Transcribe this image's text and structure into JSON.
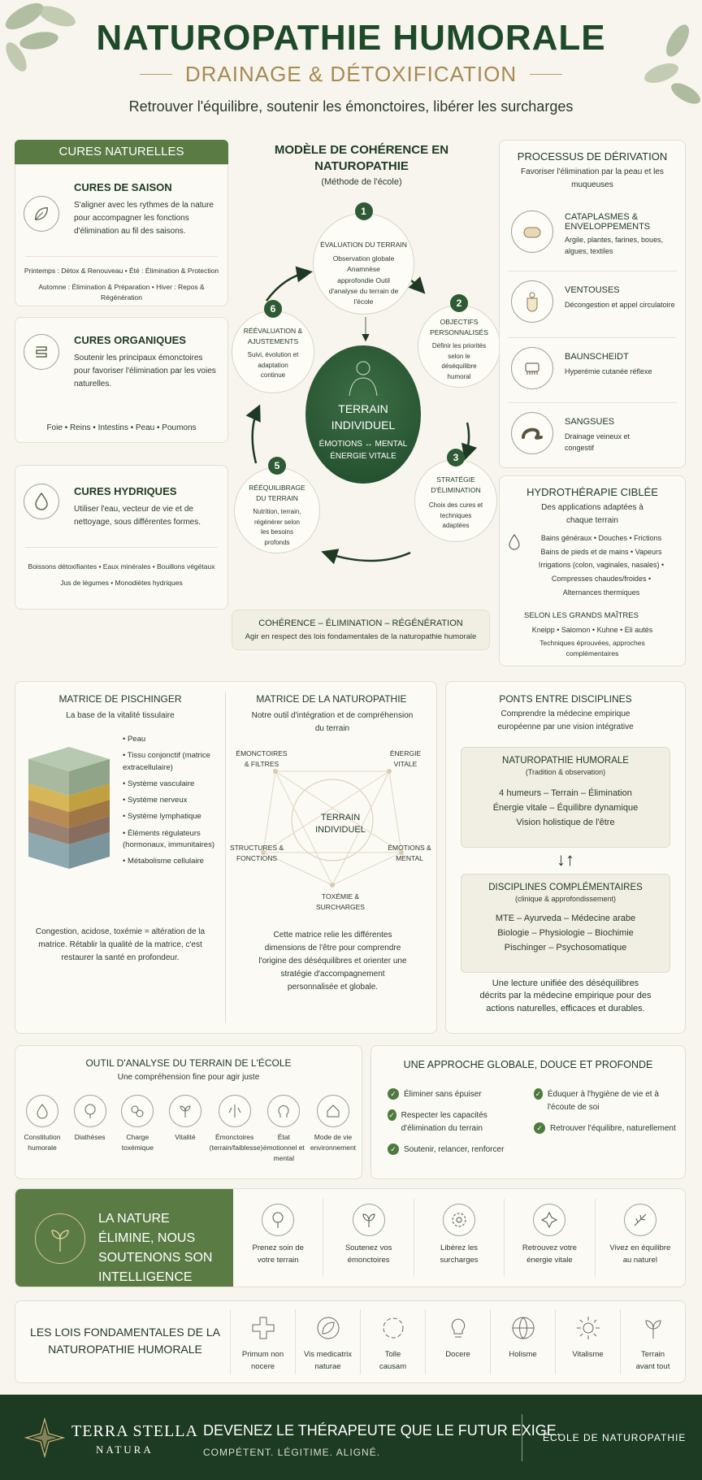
{
  "header": {
    "title": "NATUROPATHIE HUMORALE",
    "subtitle": "DRAINAGE & DÉTOXIFICATION",
    "tagline": "Retrouver l'équilibre, soutenir les émonctoires, libérer les surcharges"
  },
  "cures": {
    "heading": "CURES NATURELLES",
    "saison": {
      "title": "CURES DE SAISON",
      "text": "S'aligner avec les rythmes de la nature pour accompagner les fonctions d'élimination au fil des saisons.",
      "line1": "Printemps : Détox & Renouveau  •  Été : Élimination & Protection",
      "line2": "Automne : Élimination & Préparation  •  Hiver : Repos & Régénération"
    },
    "organiques": {
      "title": "CURES ORGANIQUES",
      "text": "Soutenir les principaux émonctoires pour favoriser l'élimination par les voies naturelles.",
      "items": "Foie  •  Reins  •  Intestins  •  Peau  •  Poumons"
    },
    "hydriques": {
      "title": "CURES HYDRIQUES",
      "text": "Utiliser l'eau, vecteur de vie et de nettoyage, sous différentes formes.",
      "line1": "Boissons détoxifiantes  •  Eaux minérales  •  Bouillons végétaux",
      "line2": "Jus de légumes  •  Monodiètes hydriques"
    }
  },
  "model": {
    "title": "MODÈLE DE COHÉRENCE EN NATUROPATHIE",
    "sub": "(Méthode de l'école)",
    "center": {
      "title": "TERRAIN INDIVIDUEL",
      "line1": "ÉMOTIONS ↔ MENTAL",
      "line2": "ÉNERGIE VITALE"
    },
    "steps": [
      {
        "n": "1",
        "title": "ÉVALUATION DU TERRAIN",
        "text": "Observation globale Anamnèse approfondie Outil d'analyse du terrain de l'école"
      },
      {
        "n": "2",
        "title": "OBJECTIFS PERSONNALISÉS",
        "text": "Définir les priorités selon le déséquilibre humoral"
      },
      {
        "n": "3",
        "title": "STRATÉGIE D'ÉLIMINATION",
        "text": "Choix des cures et techniques adaptées"
      },
      {
        "n": "5",
        "title": "RÉÉQUILIBRAGE DU TERRAIN",
        "text": "Nutrition, terrain, régénérer selon les besoins profonds"
      },
      {
        "n": "6",
        "title": "RÉÉVALUATION & AJUSTEMENTS",
        "text": "Suivi, évolution et adaptation continue"
      }
    ],
    "footer_title": "COHÉRENCE – ÉLIMINATION – RÉGÉNÉRATION",
    "footer_text": "Agir en respect des lois fondamentales de la naturopathie humorale"
  },
  "derivation": {
    "title": "PROCESSUS DE DÉRIVATION",
    "sub": "Favoriser l'élimination par la peau et les muqueuses",
    "items": [
      {
        "title": "CATAPLASMES & ENVELOPPEMENTS",
        "text": "Argile, plantes, farines, boues, algues, textiles",
        "icon": "poultice-icon"
      },
      {
        "title": "VENTOUSES",
        "text": "Décongestion et appel circulatoire",
        "icon": "cup-icon"
      },
      {
        "title": "BAUNSCHEIDT",
        "text": "Hyperémie cutanée réflexe",
        "icon": "brush-icon"
      },
      {
        "title": "SANGSUES",
        "text": "Drainage veineux et congestif",
        "icon": "leech-icon"
      }
    ]
  },
  "hydro": {
    "title": "HYDROTHÉRAPIE CIBLÉE",
    "sub": "Des applications adaptées à chaque terrain",
    "line1": "Bains généraux  •  Douches  •  Frictions",
    "line2": "Bains de pieds et de mains  •  Vapeurs",
    "line3": "Irrigations (colon, vaginales, nasales)  •",
    "line4": "Compresses chaudes/froides  •",
    "line5": "Alternances thermiques",
    "masters_title": "SELON LES GRANDS MAÎTRES",
    "masters": "Kneipp  •  Salomon  •  Kuhne  •  Eli autés",
    "masters_text": "Techniques éprouvées, approches complémentaires"
  },
  "pischinger": {
    "title": "MATRICE DE PISCHINGER",
    "sub": "La base de la vitalité tissulaire",
    "items": [
      "Peau",
      "Tissu conjonctif (matrice extracellulaire)",
      "Système vasculaire",
      "Système nerveux",
      "Système lymphatique",
      "Éléments régulateurs (hormonaux, immunitaires)",
      "Métabolisme cellulaire"
    ],
    "text": "Congestion, acidose, toxémie = altération de la matrice. Rétablir la qualité de la matrice, c'est restaurer la santé en profondeur."
  },
  "matrice": {
    "title": "MATRICE DE LA NATUROPATHIE",
    "sub": "Notre outil d'intégration et de compréhension du terrain",
    "center": "TERRAIN INDIVIDUEL",
    "tl": "ÉMONCTOIRES & FILTRES",
    "tr": "ÉNERGIE VITALE",
    "bl": "STRUCTURES & FONCTIONS",
    "br": "ÉMOTIONS & MENTAL",
    "bottom": "TOXÉMIE & SURCHARGES",
    "text": "Cette matrice relie les différentes dimensions de l'être pour comprendre l'origine des déséquilibres et orienter une stratégie d'accompagnement personnalisée et globale."
  },
  "ponts": {
    "title": "PONTS ENTRE DISCIPLINES",
    "sub": "Comprendre la médecine empirique européenne par une vision intégrative",
    "box1": {
      "title": "NATUROPATHIE HUMORALE",
      "sub": "(Tradition & observation)",
      "l1": "4 humeurs  –  Terrain  –  Élimination",
      "l2": "Énergie vitale  –  Équilibre dynamique",
      "l3": "Vision holistique de l'être"
    },
    "box2": {
      "title": "DISCIPLINES COMPLÉMENTAIRES",
      "sub": "(clinique & approfondissement)",
      "l1": "MTE  –  Ayurveda  –  Médecine arabe",
      "l2": "Biologie  –  Physiologie  –  Biochimie",
      "l3": "Pischinger  –  Psychosomatique"
    },
    "footer": "Une lecture unifiée des déséquilibres décrits par la médecine empirique pour des actions naturelles, efficaces et durables."
  },
  "outil": {
    "title": "OUTIL D'ANALYSE DU TERRAIN DE L'ÉCOLE",
    "sub": "Une compréhension fine pour agir juste",
    "items": [
      {
        "label": "Constitution humorale",
        "icon": "drop-icon"
      },
      {
        "label": "Diathèses",
        "icon": "tree-icon"
      },
      {
        "label": "Charge toxémique",
        "icon": "cluster-icon"
      },
      {
        "label": "Vitalité",
        "icon": "sprout-icon"
      },
      {
        "label": "Émonctoires (terrain/faiblesse)",
        "icon": "organs-icon"
      },
      {
        "label": "État émotionnel et mental",
        "icon": "mind-icon"
      },
      {
        "label": "Mode de vie environnement",
        "icon": "house-icon"
      }
    ]
  },
  "approche": {
    "title": "UNE APPROCHE GLOBALE, DOUCE ET PROFONDE",
    "left": [
      "Éliminer sans épuiser",
      "Respecter les capacités d'élimination du terrain",
      "Soutenir, relancer, renforcer"
    ],
    "right": [
      "Éduquer à l'hygiène de vie et à l'écoute de soi",
      "Retrouver l'équilibre, naturellement"
    ]
  },
  "banner": {
    "text": "LA NATURE ÉLIMINE, NOUS SOUTENONS SON INTELLIGENCE",
    "items": [
      {
        "label": "Prenez soin de votre terrain",
        "icon": "tree-circle-icon"
      },
      {
        "label": "Soutenez vos émonctoires",
        "icon": "plant-icon"
      },
      {
        "label": "Libérez les surcharges",
        "icon": "flower-icon"
      },
      {
        "label": "Retrouvez votre énergie vitale",
        "icon": "mandala-icon"
      },
      {
        "label": "Vivez en équilibre au naturel",
        "icon": "branch-icon"
      }
    ]
  },
  "lois": {
    "title": "LES LOIS FONDAMENTALES DE LA NATUROPATHIE HUMORALE",
    "items": [
      {
        "label": "Primum non nocere",
        "icon": "cross-icon"
      },
      {
        "label": "Vis medicatrix naturae",
        "icon": "leaf-icon"
      },
      {
        "label": "Tolle causam",
        "icon": "cycle-icon"
      },
      {
        "label": "Docere",
        "icon": "bulb-icon"
      },
      {
        "label": "Holisme",
        "icon": "globe-icon"
      },
      {
        "label": "Vitalisme",
        "icon": "sun-icon"
      },
      {
        "label": "Terrain avant tout",
        "icon": "plant-icon"
      }
    ]
  },
  "footer": {
    "brand1": "TERRA STELLA",
    "brand2": "NATURA",
    "headline": "DEVENEZ LE THÉRAPEUTE QUE LE FUTUR EXIGE.",
    "sub": "COMPÉTENT. LÉGITIME. ALIGNÉ.",
    "right": "ÉCOLE DE NATUROPATHIE"
  },
  "colors": {
    "dark_green": "#1f3a24",
    "accent_green": "#4d7a3e",
    "gold": "#a88a52",
    "footer_bg": "#1d3a22"
  }
}
